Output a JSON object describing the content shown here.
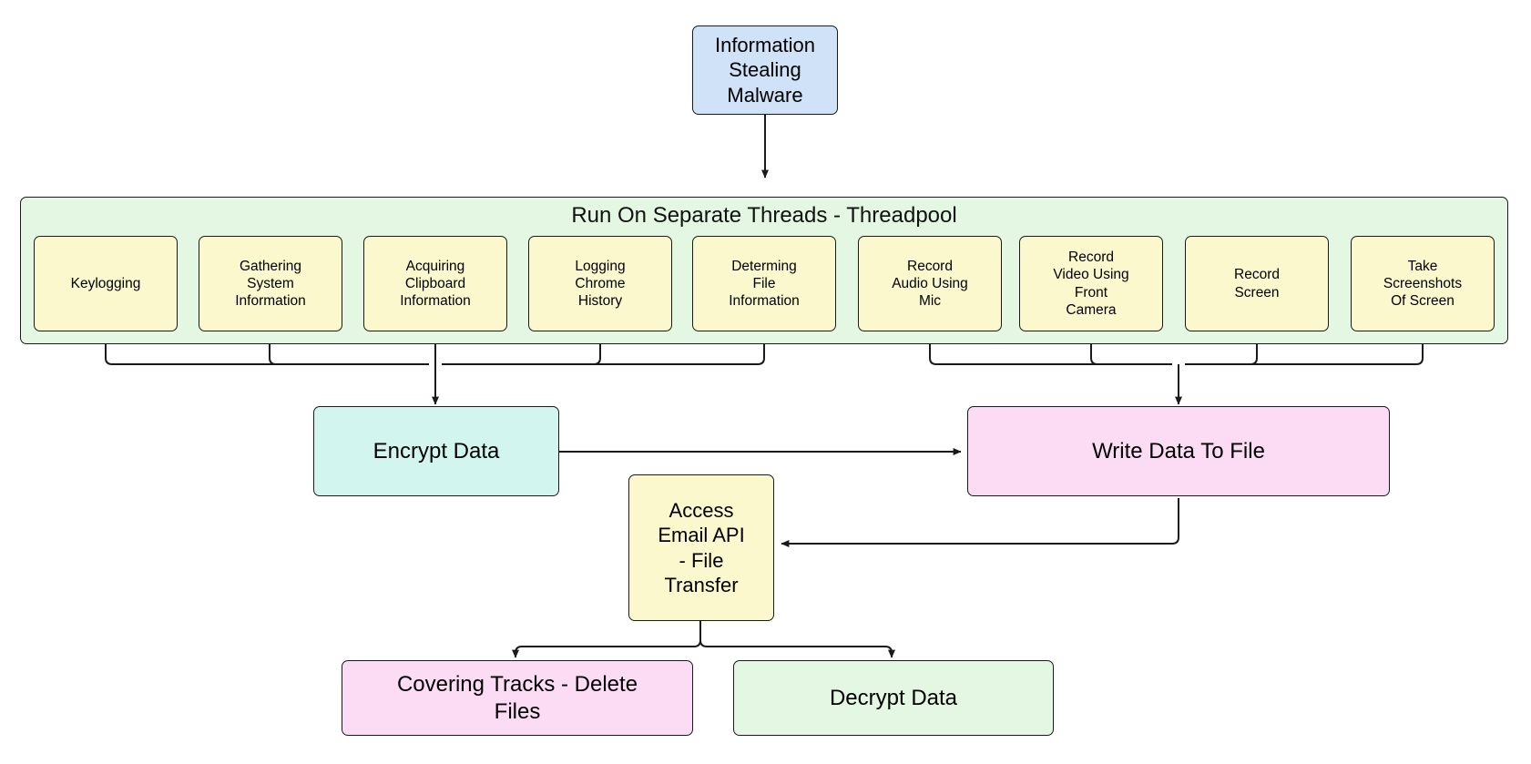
{
  "diagram": {
    "type": "flowchart",
    "title_node": "Information\nStealing\nMalware",
    "cluster": {
      "label": "Run On Separate Threads - Threadpool",
      "tasks": [
        {
          "id": "keylogging",
          "label": "Keylogging"
        },
        {
          "id": "gathering-system-information",
          "label": "Gathering\nSystem\nInformation"
        },
        {
          "id": "acquiring-clipboard-information",
          "label": "Acquiring\nClipboard\nInformation"
        },
        {
          "id": "logging-chrome-history",
          "label": "Logging\nChrome\nHistory"
        },
        {
          "id": "determing-file-information",
          "label": "Determing\nFile\nInformation"
        },
        {
          "id": "record-audio-using-mic",
          "label": "Record\nAudio Using\nMic"
        },
        {
          "id": "record-video-using-front-camera",
          "label": "Record\nVideo Using\nFront\nCamera"
        },
        {
          "id": "record-screen",
          "label": "Record\nScreen"
        },
        {
          "id": "take-screenshots-of-screen",
          "label": "Take\nScreenshots\nOf Screen"
        }
      ]
    },
    "nodes": {
      "encrypt_data": "Encrypt Data",
      "write_data_to_file": "Write Data To File",
      "access_email_api": "Access\nEmail API\n- File\nTransfer",
      "covering_tracks": "Covering Tracks - Delete\nFiles",
      "decrypt_data": "Decrypt Data"
    },
    "colors": {
      "malware_fill": "#cfe2f8",
      "task_fill": "#fbf8cd",
      "cluster_fill": "#e3f7e3",
      "encrypt_fill": "#d2f6ef",
      "write_fill": "#fcdcf4",
      "covering_fill": "#fcdcf4",
      "decrypt_fill": "#e3f7e3",
      "stroke": "#1a1a1a",
      "background": "#ffffff"
    }
  }
}
